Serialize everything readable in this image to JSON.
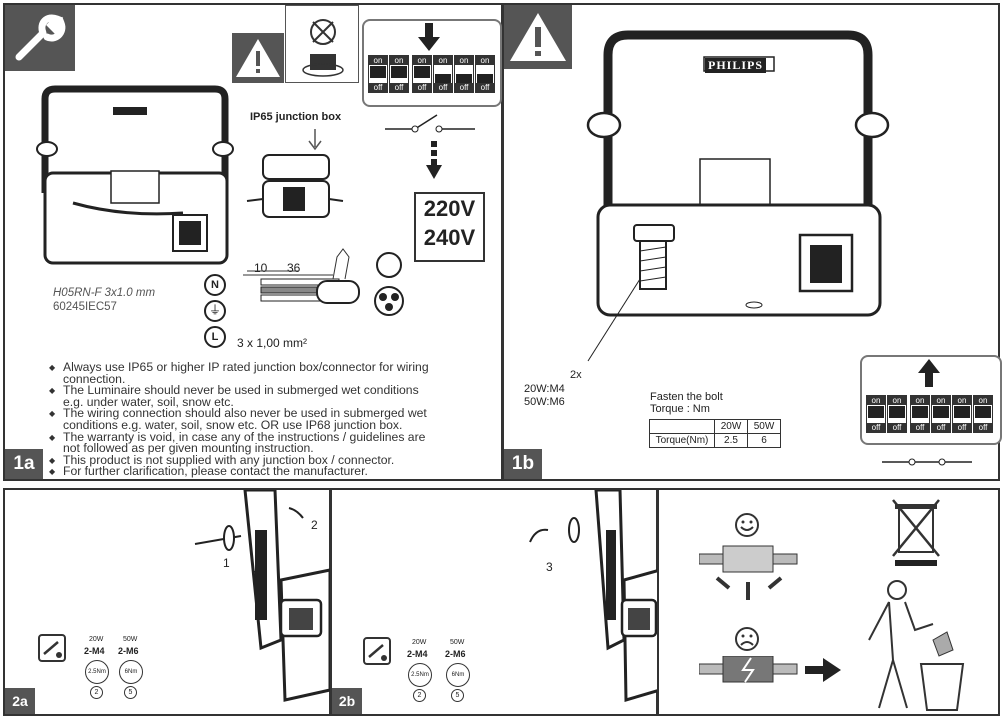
{
  "panel_1a": {
    "tag": "1a",
    "junction_label": "IP65 junction box",
    "voltage_1": "220V",
    "voltage_2": "240V",
    "cable_type": "H05RN-F 3x1.0 mm",
    "cable_standard": "60245IEC57",
    "dim_1": "10",
    "dim_2": "36",
    "terminal_n": "N",
    "terminal_l": "L",
    "cross_section": "3 x 1,00 mm²",
    "switch_on": "on",
    "switch_off": "off",
    "bullets": [
      [
        "Always use IP65 or higher IP rated junction box/connector for wiring",
        "connection."
      ],
      [
        "The Luminaire should never be used in submerged wet conditions",
        "e.g. under water, soil, snow etc."
      ],
      [
        "The wiring connection should also never be used in submerged wet",
        "conditions e.g. water, soil, snow etc. OR use IP68 junction box."
      ],
      [
        "The warranty is void, in case any of the instructions / guidelines are",
        "not followed as per given mounting instruction."
      ],
      [
        "This product is not supplied with any junction box / connector."
      ],
      [
        "For further clarification, please contact the manufacturer."
      ]
    ]
  },
  "panel_1b": {
    "tag": "1b",
    "brand": "PHILIPS",
    "qty": "2x",
    "bolt_20w": "20W:M4",
    "bolt_50w": "50W:M6",
    "fasten_title": "Fasten the bolt",
    "torque_title": "Torque : Nm",
    "table_head": [
      "",
      "20W",
      "50W"
    ],
    "table_row": [
      "Torque(Nm)",
      "2.5",
      "6"
    ]
  },
  "panel_2a": {
    "tag": "2a",
    "step_1": "1",
    "step_2a": "2",
    "step_2b": "2",
    "w20": "20W",
    "w50": "50W",
    "m4": "2-M4",
    "m6": "2-M6",
    "nm_1": "2.5Nm",
    "nm_2": "6Nm",
    "count_1": "2",
    "count_2": "5"
  },
  "panel_2b": {
    "tag": "2b",
    "step_3": "3",
    "w20": "20W",
    "w50": "50W",
    "m4": "2-M4",
    "m6": "2-M6",
    "nm_1": "2.5Nm",
    "nm_2": "6Nm",
    "count_1": "2",
    "count_2": "5"
  },
  "colors": {
    "panel_tag_bg": "#555555",
    "line": "#333333"
  }
}
